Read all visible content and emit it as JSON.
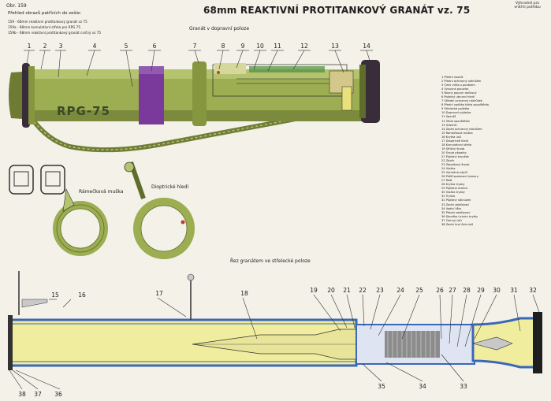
{
  "header": {
    "figure_no": "Obr. 159",
    "title": "68mm REAKTIVNÍ PROTITANKOVÝ GRANÁT vz. 75",
    "corner_note": "Výhradně pro vnitřní potřebu"
  },
  "overview": {
    "title": "Přehled obrazů patřících do sešie:",
    "items": [
      "159 - 68mm reaktivní protitankový granát vz 75",
      "159a - 68mm kumulativní střela pro RPG 75",
      "159b - 68mm reaktivní protitankový granát cvičný vz 75"
    ]
  },
  "captions": {
    "top_view": "Granát v dopravní poloze",
    "section_view": "Řez granátem ve střelecké poloze",
    "frame_sight": "Rámečková muška",
    "diopter_sight": "Dioptrické hledí",
    "tube_marking": "RPG-75"
  },
  "callouts_top": [
    "1",
    "2",
    "3",
    "4",
    "5",
    "6",
    "7",
    "8",
    "9",
    "10",
    "11",
    "12",
    "13",
    "14"
  ],
  "callouts_bottom": [
    "15",
    "16",
    "17",
    "18",
    "19",
    "20",
    "21",
    "22",
    "23",
    "24",
    "25",
    "26",
    "27",
    "28",
    "29",
    "30",
    "31",
    "32",
    "33",
    "34",
    "35",
    "36",
    "37",
    "38"
  ],
  "legend": [
    "1 Přední nosník",
    "2 Přední ochranný nákrůžek",
    "3 Čelní víčko s poutkem",
    "4 Výsuvná pouzdro",
    "5 Nosný popruh dočasný",
    "6 Pojistný ubrusní hledí",
    "7 Střední ochranný nákrůžek",
    "8 Přední vodítko táhla spouštědla",
    "9 Střelecká pojistka",
    "10 Dopravní pojistka",
    "11 Spoušť",
    "12 Táhlo spouštědla",
    "13 Úderník",
    "14 Zadní ochranný nákrůžek",
    "15 Rámečková muška",
    "16 Krytka úsů",
    "17 Dioptrické hledí",
    "18 Kumulativní střela",
    "19 Střižný šroub",
    "20 Šroub pěpatky",
    "21 Pojistný kroužek",
    "22 Závěr",
    "23 Zápalkový šroub",
    "24 Vložka",
    "25 Výmetná náplň",
    "26 Plášť spalovací komory",
    "27 Rošt",
    "28 Krytka trysky",
    "29 Pojistná matice",
    "30 Vložka trysky",
    "31 Tryska",
    "32 Pojistný nákružek",
    "33 Zadní zalaťovací",
    "34 Vodicí lišta",
    "35 Přední zalaťovací",
    "36 Stavitko úchytu krytky",
    "37 Čelnný úsů",
    "38 Zadní kryt čela úsů"
  ],
  "colors": {
    "olive": "#9cad52",
    "olive_dark": "#5e6d2a",
    "purple": "#7a3a9c",
    "section_fill": "#f0ee9e",
    "section_outline": "#3b67b8",
    "background": "#f3f1e8"
  }
}
